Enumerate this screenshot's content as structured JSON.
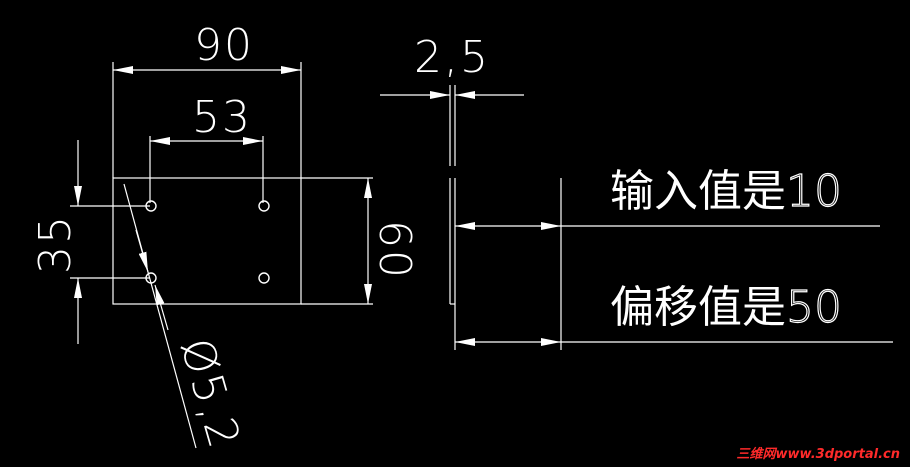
{
  "dimensions": {
    "width_90": "90",
    "width_53": "53",
    "height_35": "35",
    "height_60": "60",
    "thickness": "2,5",
    "diameter": "Ø5,2"
  },
  "annotations": {
    "input_label": "输入值是",
    "input_value": "10",
    "offset_label": "偏移值是",
    "offset_value": "50"
  },
  "watermark": "三维网www.3dportal.cn",
  "colors": {
    "background": "#000000",
    "lines": "#ffffff",
    "watermark": "#ff2a2a"
  }
}
